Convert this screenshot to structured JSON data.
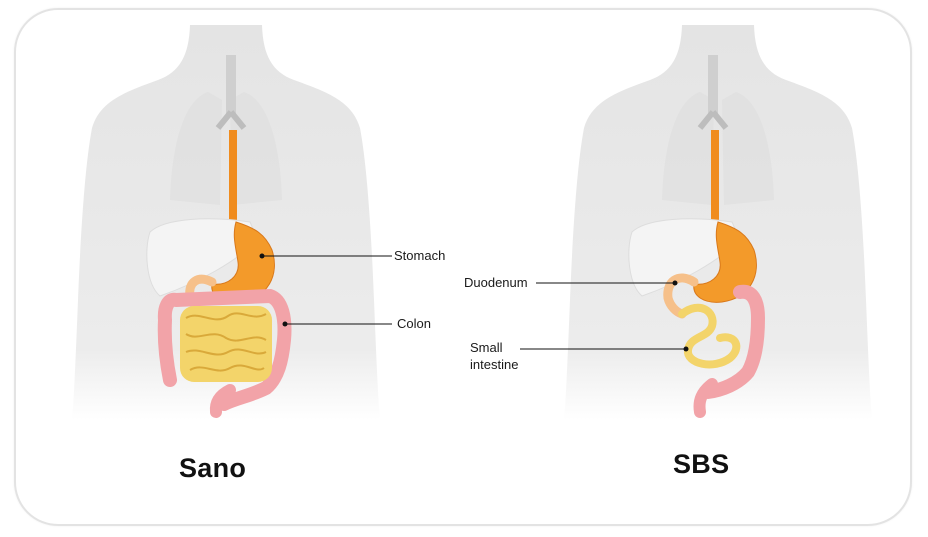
{
  "panels": [
    {
      "caption": "Sano",
      "labels": {
        "stomach": "Stomach",
        "colon": "Colon"
      }
    },
    {
      "caption": "SBS",
      "labels": {
        "duodenum": "Duodenum",
        "small_intestine_line1": "Small",
        "small_intestine_line2": "intestine"
      }
    }
  ],
  "colors": {
    "body": "#e6e6e6",
    "body_shade": "#dedede",
    "esophagus": "#f08c1e",
    "stomach": "#f39a2a",
    "small_intestine": "#f3d46a",
    "colon": "#f2a3a8",
    "duodenum": "#f6c08a",
    "liver": "#f3f3f3"
  }
}
